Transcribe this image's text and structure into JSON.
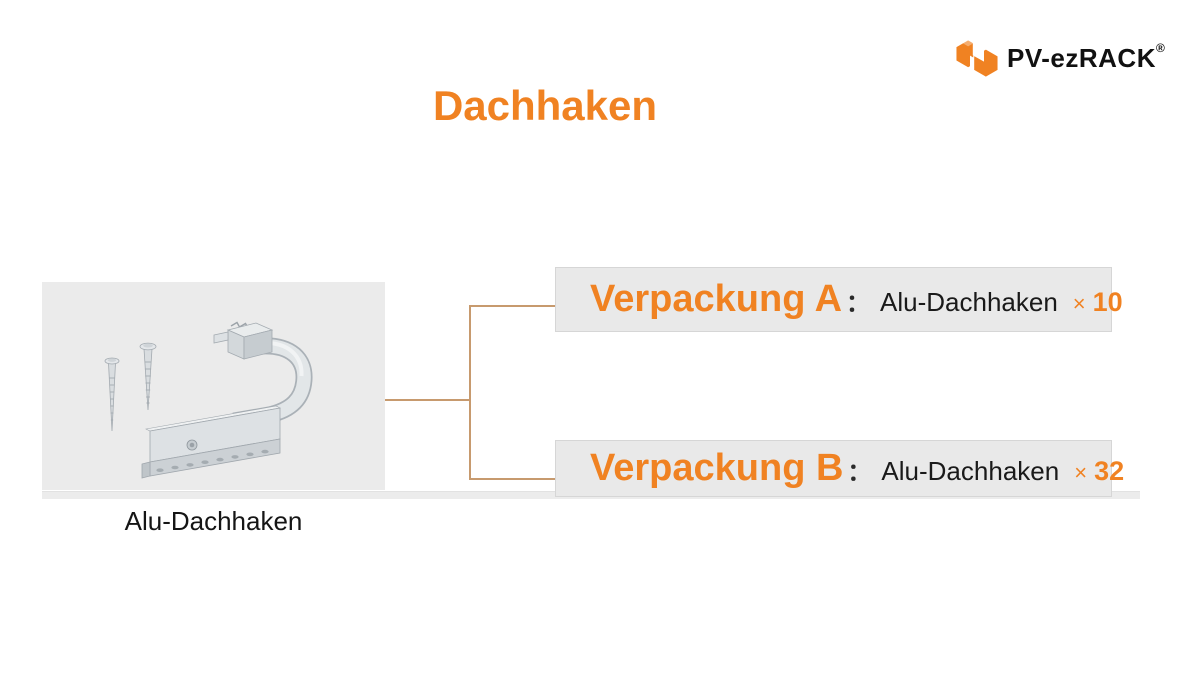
{
  "brand": {
    "name": "PV-ezRACK",
    "registered": "®"
  },
  "title": "Dachhaken",
  "product": {
    "caption": "Alu-Dachhaken"
  },
  "packages": [
    {
      "name": "Verpackung A",
      "colon": "：",
      "item": "Alu-Dachhaken",
      "times_sign": "×",
      "quantity": "10"
    },
    {
      "name": "Verpackung B",
      "colon": "：",
      "item": "Alu-Dachhaken",
      "times_sign": "×",
      "quantity": "32"
    }
  ],
  "colors": {
    "accent_orange": "#F08222",
    "connector_tan": "#C79A6E",
    "panel_gray": "#EBEBEB",
    "box_gray": "#E9E9E9",
    "text_dark": "#1A1A1A"
  }
}
